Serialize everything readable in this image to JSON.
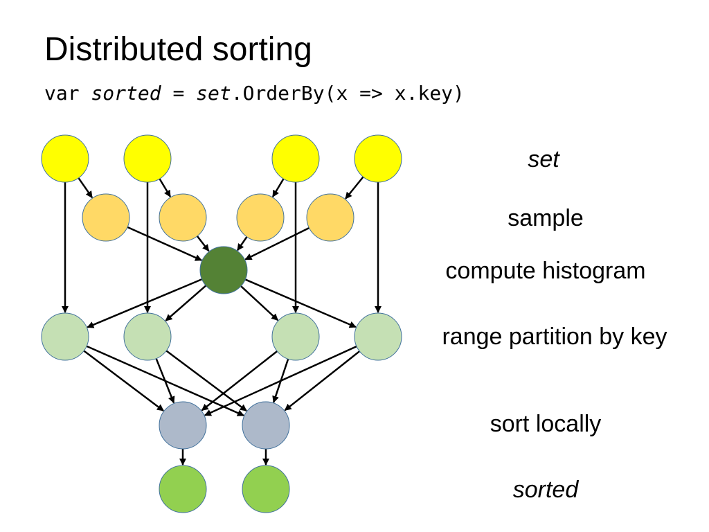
{
  "slide": {
    "title": "Distributed sorting",
    "code": {
      "part1": "var ",
      "sorted": "sorted",
      "part2": " = ",
      "set": "set",
      "part3": ".OrderBy(x => x.key)"
    }
  },
  "stages": {
    "set": "set",
    "sample": "sample",
    "histogram": "compute histogram",
    "partition": "range partition by key",
    "sort": "sort locally",
    "sorted": "sorted"
  },
  "colors": {
    "set": "#ffff00",
    "sample": "#ffd966",
    "histogram": "#548235",
    "partition": "#c5e0b4",
    "sort": "#adb9ca",
    "sorted": "#92d050",
    "outline": "#41719c",
    "arrow": "#000000"
  }
}
